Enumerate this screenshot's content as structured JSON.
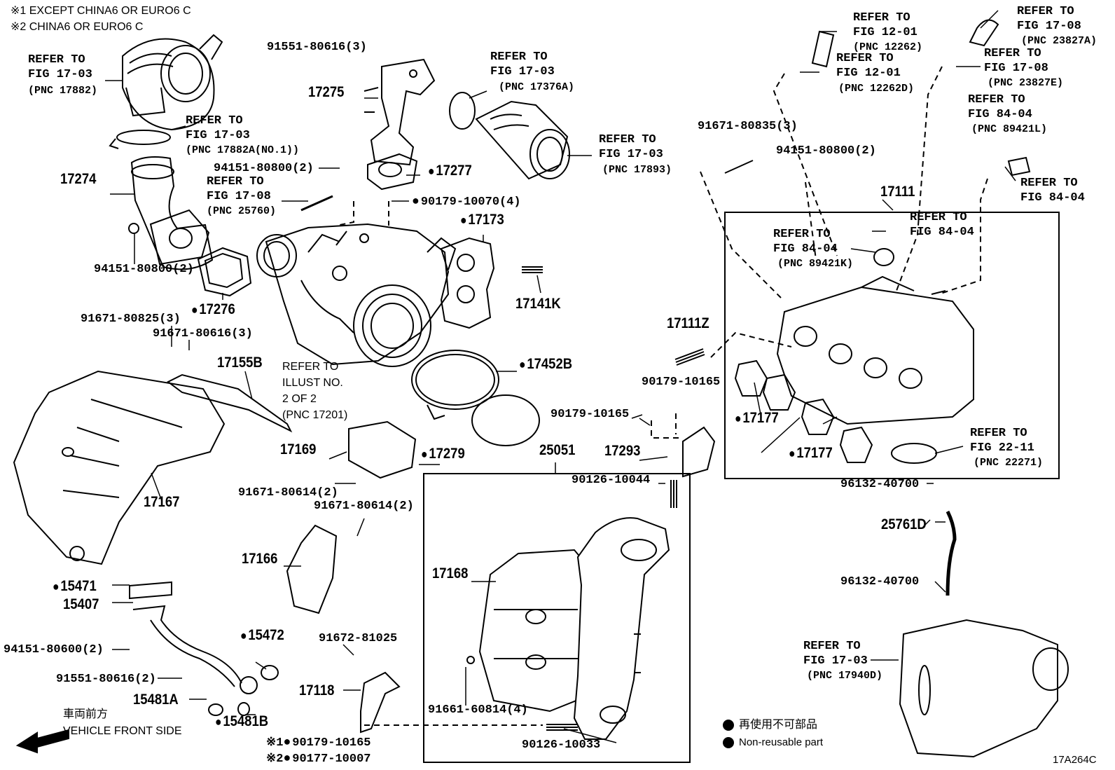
{
  "header_notes": [
    "※1 EXCEPT CHINA6 OR EURO6 C",
    "※2 CHINA6 OR EURO6 C"
  ],
  "parts": {
    "p17275": "17275",
    "p17274": "17274",
    "p17277": "17277",
    "p17173": "17173",
    "p17141K": "17141K",
    "p17276": "17276",
    "p17155B": "17155B",
    "p17452B": "17452B",
    "p17169": "17169",
    "p17279": "17279",
    "p17167": "17167",
    "p17166": "17166",
    "p17168": "17168",
    "p25051": "25051",
    "p17293": "17293",
    "p17111": "17111",
    "p17111Z": "17111Z",
    "p17177a": "17177",
    "p17177b": "17177",
    "p25761D": "25761D",
    "p15471": "15471",
    "p15407": "15407",
    "p15472": "15472",
    "p15481A": "15481A",
    "p15481B": "15481B",
    "p17118": "17118"
  },
  "codes": {
    "c91551_80616_3": "91551-80616(3)",
    "c94151_80800_2a": "94151-80800(2)",
    "c94151_80800_2b": "94151-80800(2)",
    "c94151_80800_2c": "94151-80800(2)",
    "c90179_10070_4": "90179-10070(4)",
    "c91671_80825_3": "91671-80825(3)",
    "c91671_80616_3": "91671-80616(3)",
    "c91671_80835_3": "91671-80835(3)",
    "c90179_10165a": "90179-10165",
    "c90179_10165b": "90179-10165",
    "c91671_80614_2a": "91671-80614(2)",
    "c91671_80614_2b": "91671-80614(2)",
    "c90126_10044": "90126-10044",
    "c96132_40700a": "96132-40700",
    "c96132_40700b": "96132-40700",
    "c94151_80600_2": "94151-80600(2)",
    "c91551_80616_2": "91551-80616(2)",
    "c91672_81025": "91672-81025",
    "c91661_60814_4": "91661-60814(4)",
    "c90126_10033": "90126-10033",
    "c90179_10165_s1": "90179-10165",
    "c90177_10007_s2": "90177-10007"
  },
  "refers": {
    "r1": {
      "line1": "REFER TO",
      "line2": "FIG 17-03",
      "pnc": "(PNC 17882)"
    },
    "r2": {
      "line1": "REFER TO",
      "line2": "FIG 17-03",
      "pnc": "(PNC 17882A(NO.1))"
    },
    "r3": {
      "line1": "REFER TO",
      "line2": "FIG 17-08",
      "pnc": "(PNC 25760)"
    },
    "r4": {
      "line1": "REFER TO",
      "line2": "FIG 17-03",
      "pnc": "(PNC 17376A)"
    },
    "r5": {
      "line1": "REFER TO",
      "line2": "FIG 17-03",
      "pnc": "(PNC 17893)"
    },
    "r6": {
      "line1": "REFER TO",
      "line2": "FIG 12-01",
      "pnc": "(PNC 12262)"
    },
    "r7": {
      "line1": "REFER TO",
      "line2": "FIG 12-01",
      "pnc": "(PNC 12262D)"
    },
    "r8": {
      "line1": "REFER TO",
      "line2": "FIG 17-08",
      "pnc": "(PNC 23827A)"
    },
    "r9": {
      "line1": "REFER TO",
      "line2": "FIG 17-08",
      "pnc": "(PNC 23827E)"
    },
    "r10": {
      "line1": "REFER TO",
      "line2": "FIG 84-04",
      "pnc": "(PNC 89421L)"
    },
    "r11": {
      "line1": "REFER TO",
      "line2": "FIG 84-04"
    },
    "r12": {
      "line1": "REFER TO",
      "line2": "FIG 84-04"
    },
    "r13": {
      "line1": "REFER TO",
      "line2": "FIG 84-04",
      "pnc": "(PNC 89421K)"
    },
    "r14": {
      "line1": "REFER TO",
      "line2": "FIG 22-11",
      "pnc": "(PNC 22271)"
    },
    "r15": {
      "line1": "REFER TO",
      "line2": "FIG 17-03",
      "pnc": "(PNC 17940D)"
    },
    "illust": {
      "line1": "REFER TO",
      "line2": "ILLUST NO.",
      "line3": "2 OF 2",
      "pnc": "(PNC 17201)"
    }
  },
  "direction": {
    "jp": "車両前方",
    "en": "VEHICLE FRONT SIDE"
  },
  "legend": {
    "jp": "再使用不可部品",
    "en": "Non-reusable part"
  },
  "marks": {
    "s1": "※1",
    "s2": "※2"
  },
  "figure_id": "17A264C"
}
